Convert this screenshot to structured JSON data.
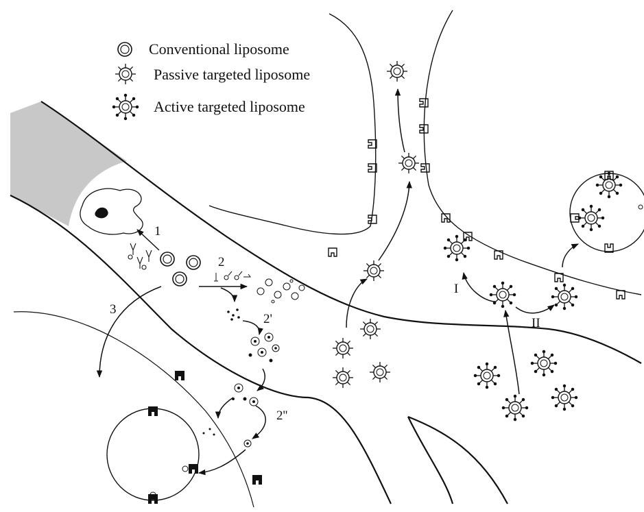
{
  "legend": {
    "conventional": "Conventional liposome",
    "passive": "Passive targeted liposome",
    "active": "Active targeted liposome"
  },
  "steps": {
    "s1": "1",
    "s2": "2",
    "s2p": "2'",
    "s2pp": "2''",
    "s3": "3",
    "sI": "I",
    "sII": "II"
  }
}
